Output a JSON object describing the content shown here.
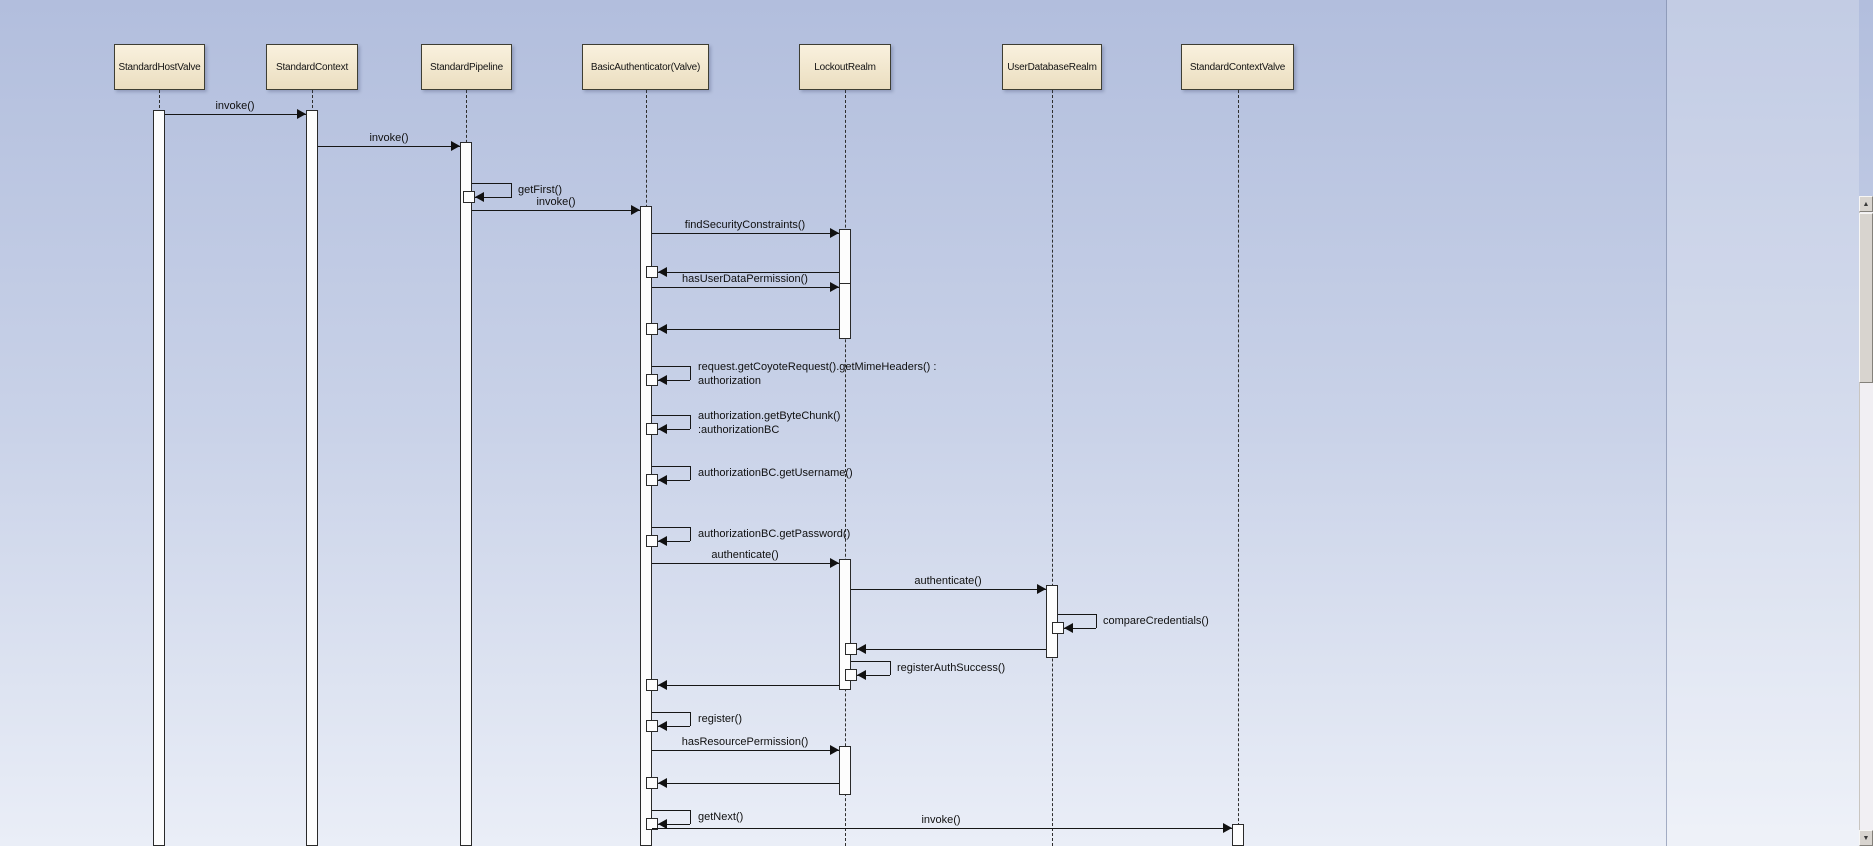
{
  "diagram": {
    "lifelines": [
      {
        "name": "StandardHostValve"
      },
      {
        "name": "StandardContext"
      },
      {
        "name": "StandardPipeline"
      },
      {
        "name": "BasicAuthenticator(Valve)"
      },
      {
        "name": "LockoutRealm"
      },
      {
        "name": "UserDatabaseRealm"
      },
      {
        "name": "StandardContextValve"
      }
    ],
    "labels": {
      "invoke1": "invoke()",
      "invoke2": "invoke()",
      "getFirst": "getFirst()",
      "invoke3": "invoke()",
      "findSecurityConstraints": "findSecurityConstraints()",
      "hasUserDataPermission": "hasUserDataPermission()",
      "getMimeHeaders_line1": "request.getCoyoteRequest().getMimeHeaders() :",
      "getMimeHeaders_line2": "authorization",
      "getByteChunk_line1": "authorization.getByteChunk()",
      "getByteChunk_line2": ":authorizationBC",
      "getUsername": "authorizationBC.getUsername()",
      "getPassword": "authorizationBC.getPassword()",
      "authenticate1": "authenticate()",
      "authenticate2": "authenticate()",
      "compareCredentials": "compareCredentials()",
      "registerAuthSuccess": "registerAuthSuccess()",
      "register": "register()",
      "hasResourcePermission": "hasResourcePermission()",
      "getNext": "getNext()",
      "invoke4": "invoke()"
    },
    "colors": {
      "canvas_top": "#b2bedd",
      "canvas_bottom": "#eaeef7",
      "lifeline_head_fill": "#f5ecd6",
      "line": "#161616"
    }
  },
  "scrollbar": {
    "up_icon": "▲",
    "down_icon": "▼"
  }
}
